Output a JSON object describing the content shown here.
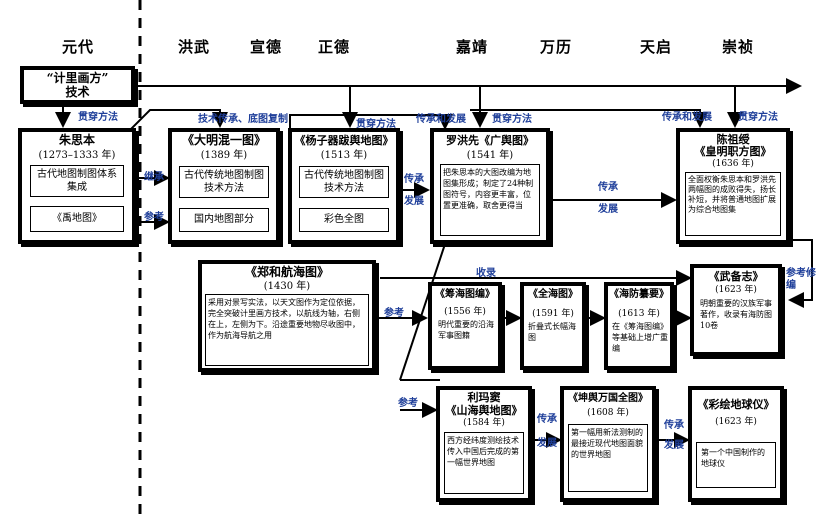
{
  "eras": [
    "元代",
    "洪武",
    "宣德",
    "正德",
    "嘉靖",
    "万历",
    "天启",
    "崇祯"
  ],
  "jilihuafang": {
    "line1": "“计里画方”",
    "line2": "技术"
  },
  "zhusiben": {
    "name": "朱思本",
    "years": "(1273–1333 年)",
    "content": "古代地图制图体系集成",
    "map": "《禹地图》"
  },
  "damhunyi": {
    "title": "《大明混一图》",
    "year": "(1389 年)",
    "content": "古代传统地图制图技术方法",
    "part": "国内地图部分"
  },
  "yangziqi": {
    "title": "《杨子器跋舆地图》",
    "year": "(1513 年)",
    "content": "古代传统地图制图技术方法",
    "part": "彩色全图"
  },
  "luohongxian": {
    "title": "罗洪先《广舆图》",
    "year": "(1541 年)",
    "content": "把朱思本的大图改编为地图集形成；制定了24种制图符号，内容更丰富，位置更准确，取舍更得当"
  },
  "chenzushou": {
    "name": "陈祖绶",
    "title": "《皇明职方图》",
    "year": "(1636 年)",
    "content": "全面权衡朱思本和罗洪先两幅图的成败得失，扬长补短，并将普通地图扩展为综合地图集"
  },
  "zhenghe": {
    "title": "《郑和航海图》",
    "year": "(1430 年)",
    "content": "采用对景写实法，以天文图作为定位依据，完全突破计里画方技术，以航线为轴，右侧在上，左侧为下。沿途重要地物尽收图中，作为航海导航之用"
  },
  "chouhai": {
    "title": "《筹海图编》",
    "year": "(1556 年)",
    "content": "明代重要的沿海军事图籍"
  },
  "quanhai": {
    "title": "《全海图》",
    "year": "(1591 年)",
    "content": "折叠式长幅海图"
  },
  "haifang": {
    "title": "《海防纂要》",
    "year": "(1613 年)",
    "content": "在《筹海图编》等基础上增广重编"
  },
  "wubeizhi": {
    "title": "《武备志》",
    "year": "(1623 年)",
    "content": "明朝重要的汉族军事著作，收录有海防图10卷"
  },
  "limadou": {
    "name": "利玛窦",
    "title": "《山海舆地图》",
    "year": "(1584 年)",
    "content": "西方经纬度测绘技术传入中国后完成的第一幅世界地图"
  },
  "kunyu": {
    "title": "《坤舆万国全图》",
    "year": "(1608 年)",
    "content": "第一幅用新法测制的最接近现代地图面貌的世界地图"
  },
  "caihui": {
    "title": "《彩绘地球仪》",
    "year": "(1623 年)",
    "content": "第一个中国制作的地球仪"
  },
  "labels": {
    "guanchuan1": "贯穿方法",
    "jishu": "技术传承、底图复制",
    "guanchuan2": "贯穿方法",
    "chuancheng_fazhan1": "传承和发展",
    "guanchuan3": "贯穿方法",
    "chuancheng_fazhan2": "传承和发展",
    "guanchuan4": "贯穿方法",
    "jicheng": "继承",
    "cankao1": "参考",
    "chuancheng1": "传承",
    "fazhan1": "发展",
    "chuancheng2": "传承",
    "fazhan2": "发展",
    "shoulu": "收录",
    "cankao2": "参考",
    "cankao_xiubian": "参考修编",
    "cankao3": "参考",
    "chuancheng3": "传承",
    "fazhan3": "发展",
    "chuancheng4": "传承",
    "fazhan4": "发展"
  },
  "colors": {
    "label_blue": "#1f3f9a",
    "line": "#000000"
  }
}
